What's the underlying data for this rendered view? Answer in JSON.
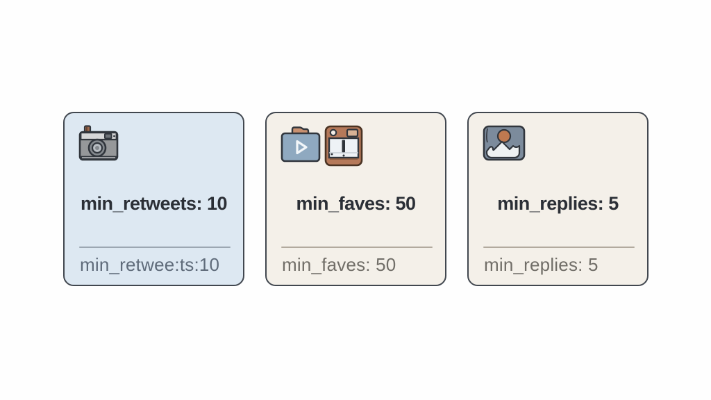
{
  "page": {
    "background": "#fefefe"
  },
  "colors": {
    "card_border": "#41474f",
    "card_blue_bg": "#dde8f2",
    "card_cream_bg": "#f4f0e9",
    "title_text": "#2b2f36",
    "subtitle_blue_gray": "#5f6b7a",
    "subtitle_warm_gray": "#716e68",
    "divider_blue_card": "#9ca7b2",
    "divider_cream_card": "#b2aa9e",
    "icon_outline": "#31363d",
    "icon_brown": "#b5795a",
    "icon_tan": "#c89070",
    "icon_slate_blue": "#8fa9c0",
    "icon_slate_gray": "#7c8b9c",
    "icon_sun_orange": "#bf7950"
  },
  "cards": [
    {
      "id": "min-retweets",
      "title": "min_retweets: 10",
      "subtitle": "min_retwee:ts:10",
      "icons": [
        {
          "name": "retro-camera-icon"
        }
      ]
    },
    {
      "id": "min-faves",
      "title": "min_faves: 50",
      "subtitle": "min_faves: 50",
      "icons": [
        {
          "name": "video-folder-icon"
        },
        {
          "name": "instant-camera-icon"
        }
      ]
    },
    {
      "id": "min-replies",
      "title": "min_replies: 5",
      "subtitle": "min_replies: 5",
      "icons": [
        {
          "name": "image-icon"
        }
      ]
    }
  ]
}
